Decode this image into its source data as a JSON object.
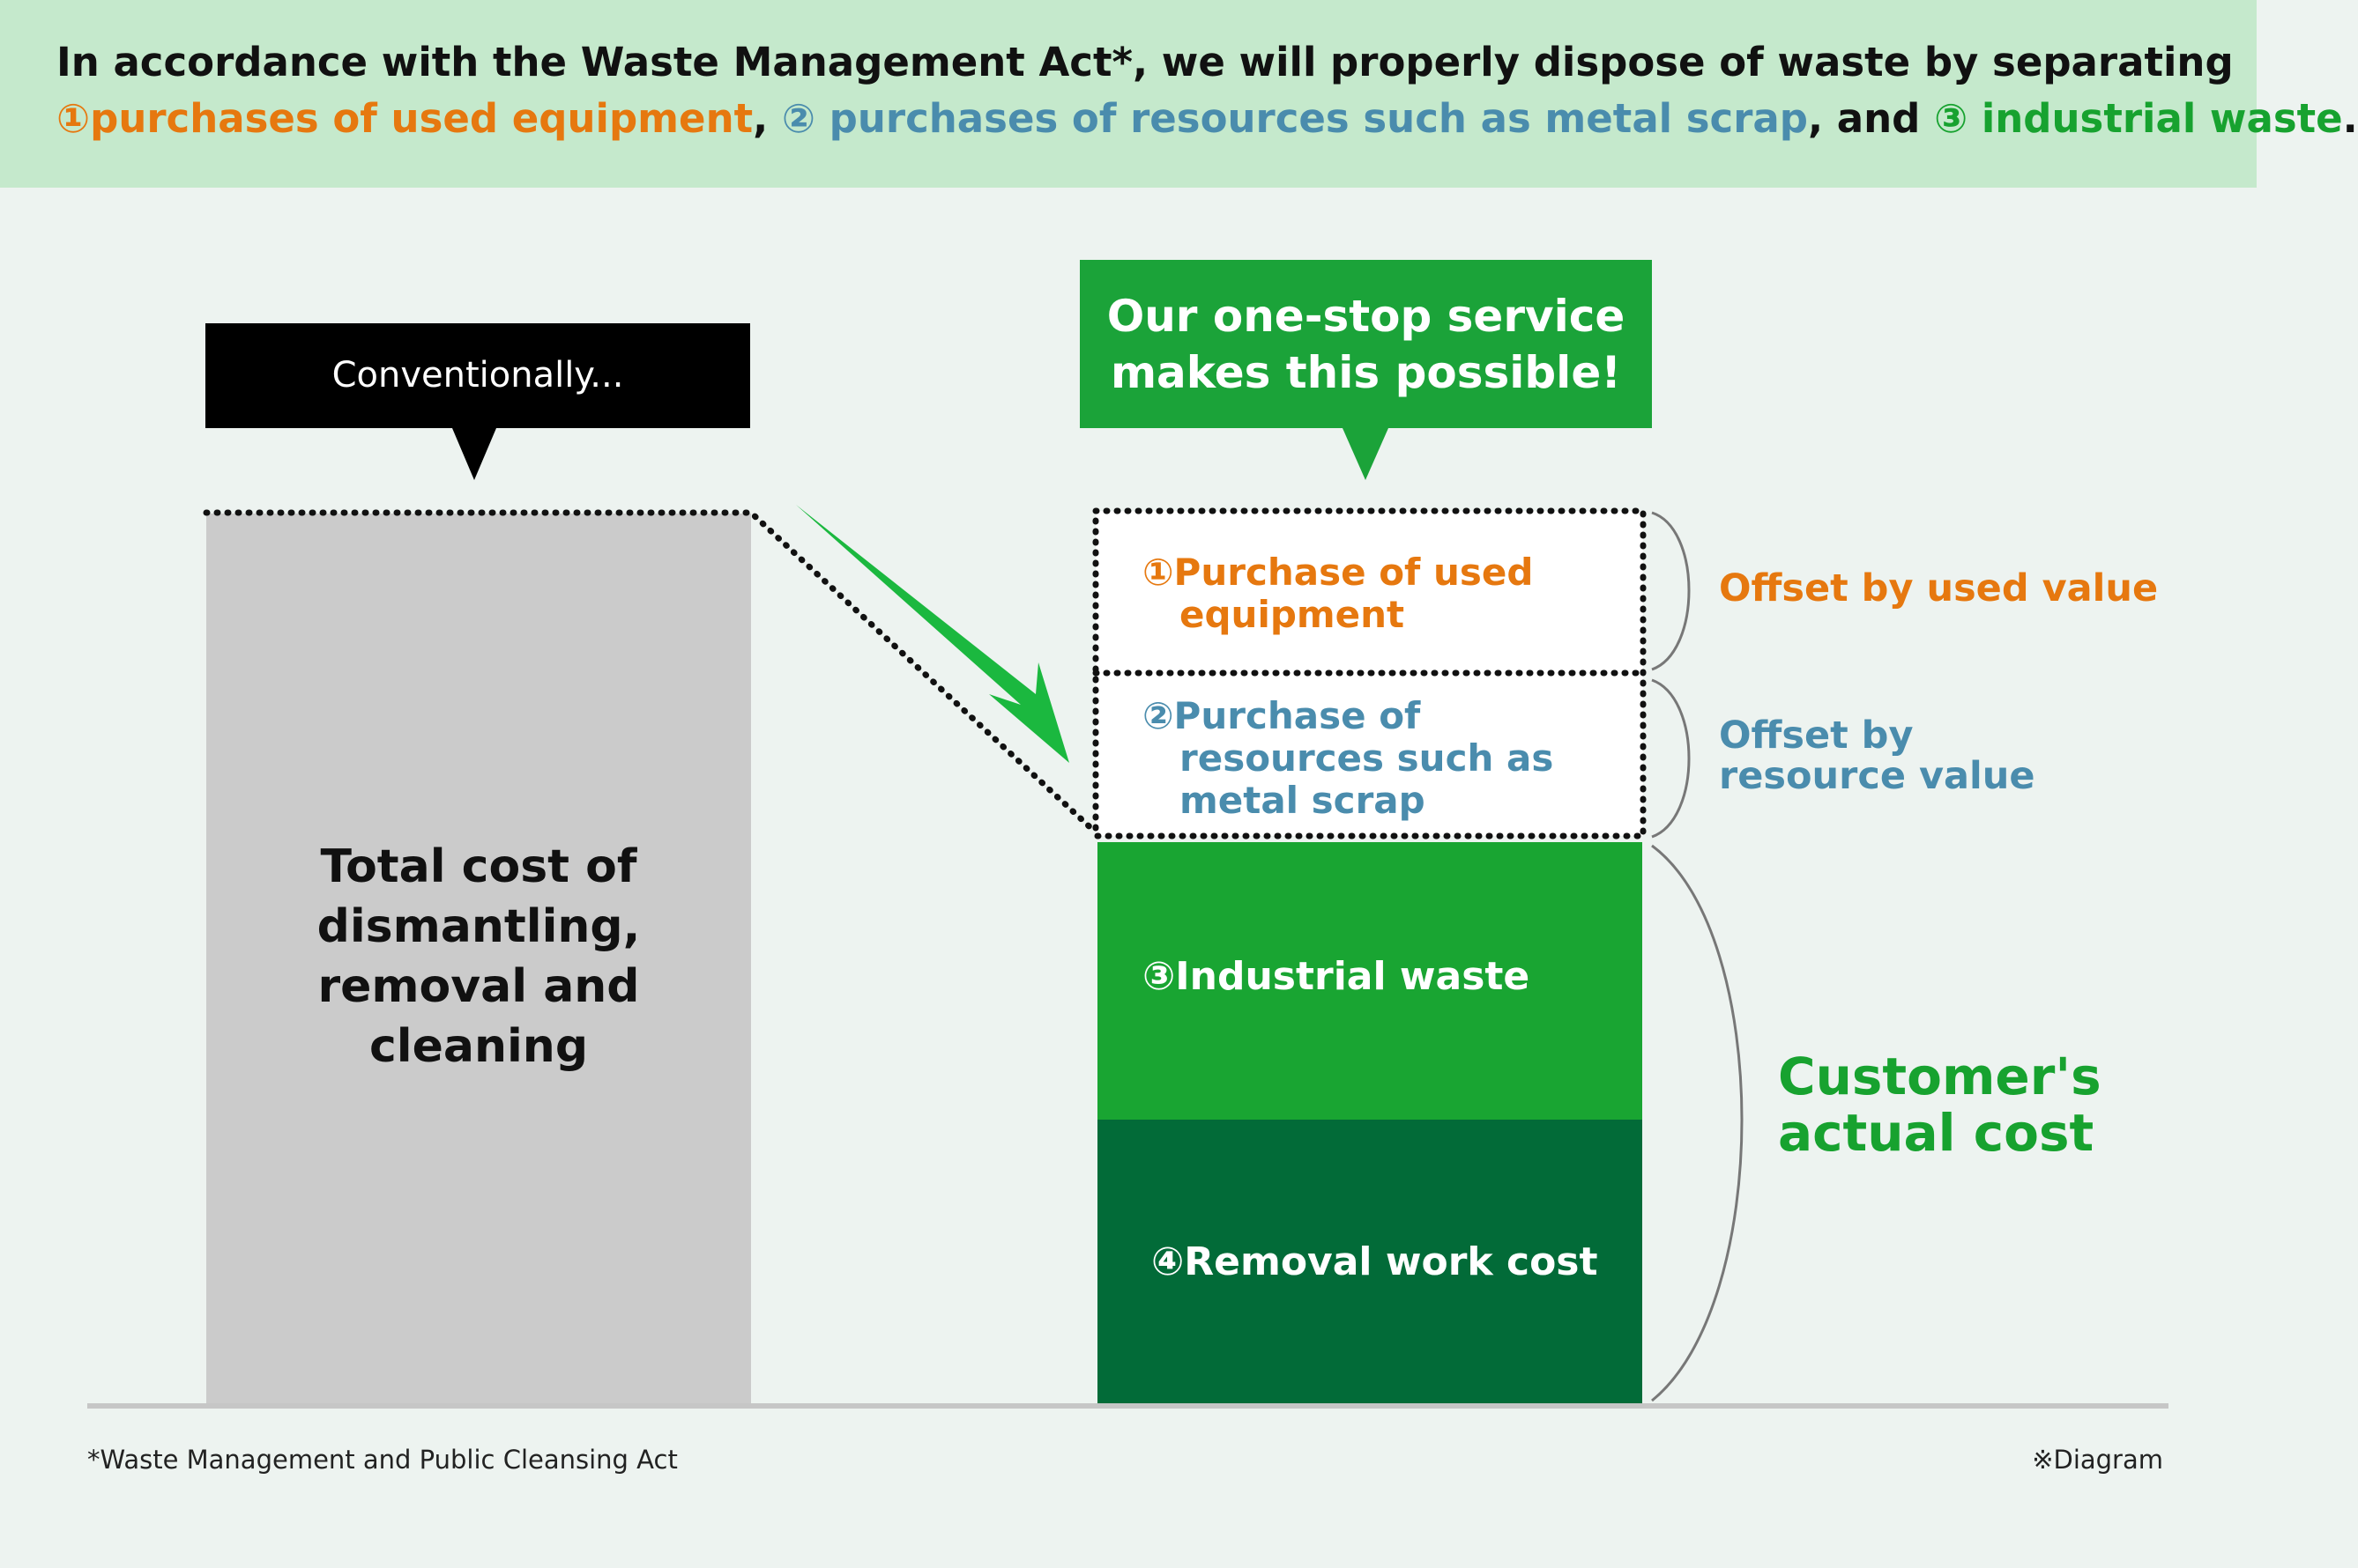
{
  "header": {
    "line1": "In accordance with the Waste Management Act*, we will properly dispose of waste by separating",
    "item1": "①purchases of used equipment",
    "sep1": ", ",
    "item2": "② purchases of resources such as metal scrap",
    "sep2": ", and ",
    "item3": "③ industrial waste",
    "end": "."
  },
  "left": {
    "callout": "Conventionally...",
    "bar_label_lines": [
      "Total cost of",
      "dismantling,",
      "removal and",
      "cleaning"
    ]
  },
  "right": {
    "callout_lines": [
      "Our one-stop service",
      "makes this possible!"
    ],
    "box1_lines": [
      "①Purchase of used",
      "equipment"
    ],
    "box2_lines": [
      "②Purchase of",
      "resources such as",
      "metal scrap"
    ],
    "block3": "③Industrial waste",
    "block4": "④Removal work cost"
  },
  "annotations": {
    "offset_used": "Offset by used value",
    "offset_resource_lines": [
      "Offset by",
      "resource value"
    ],
    "actual_cost_lines": [
      "Customer's",
      "actual cost"
    ]
  },
  "footer": {
    "note": "*Waste Management and Public Cleansing Act",
    "diagram": "※Diagram"
  },
  "colors": {
    "orange": "#e6780f",
    "blue": "#4a8cad",
    "green": "#17a22f",
    "dark_green": "#026b38",
    "gray": "#cbcbcb",
    "header_bg": "#c5e9cc"
  }
}
